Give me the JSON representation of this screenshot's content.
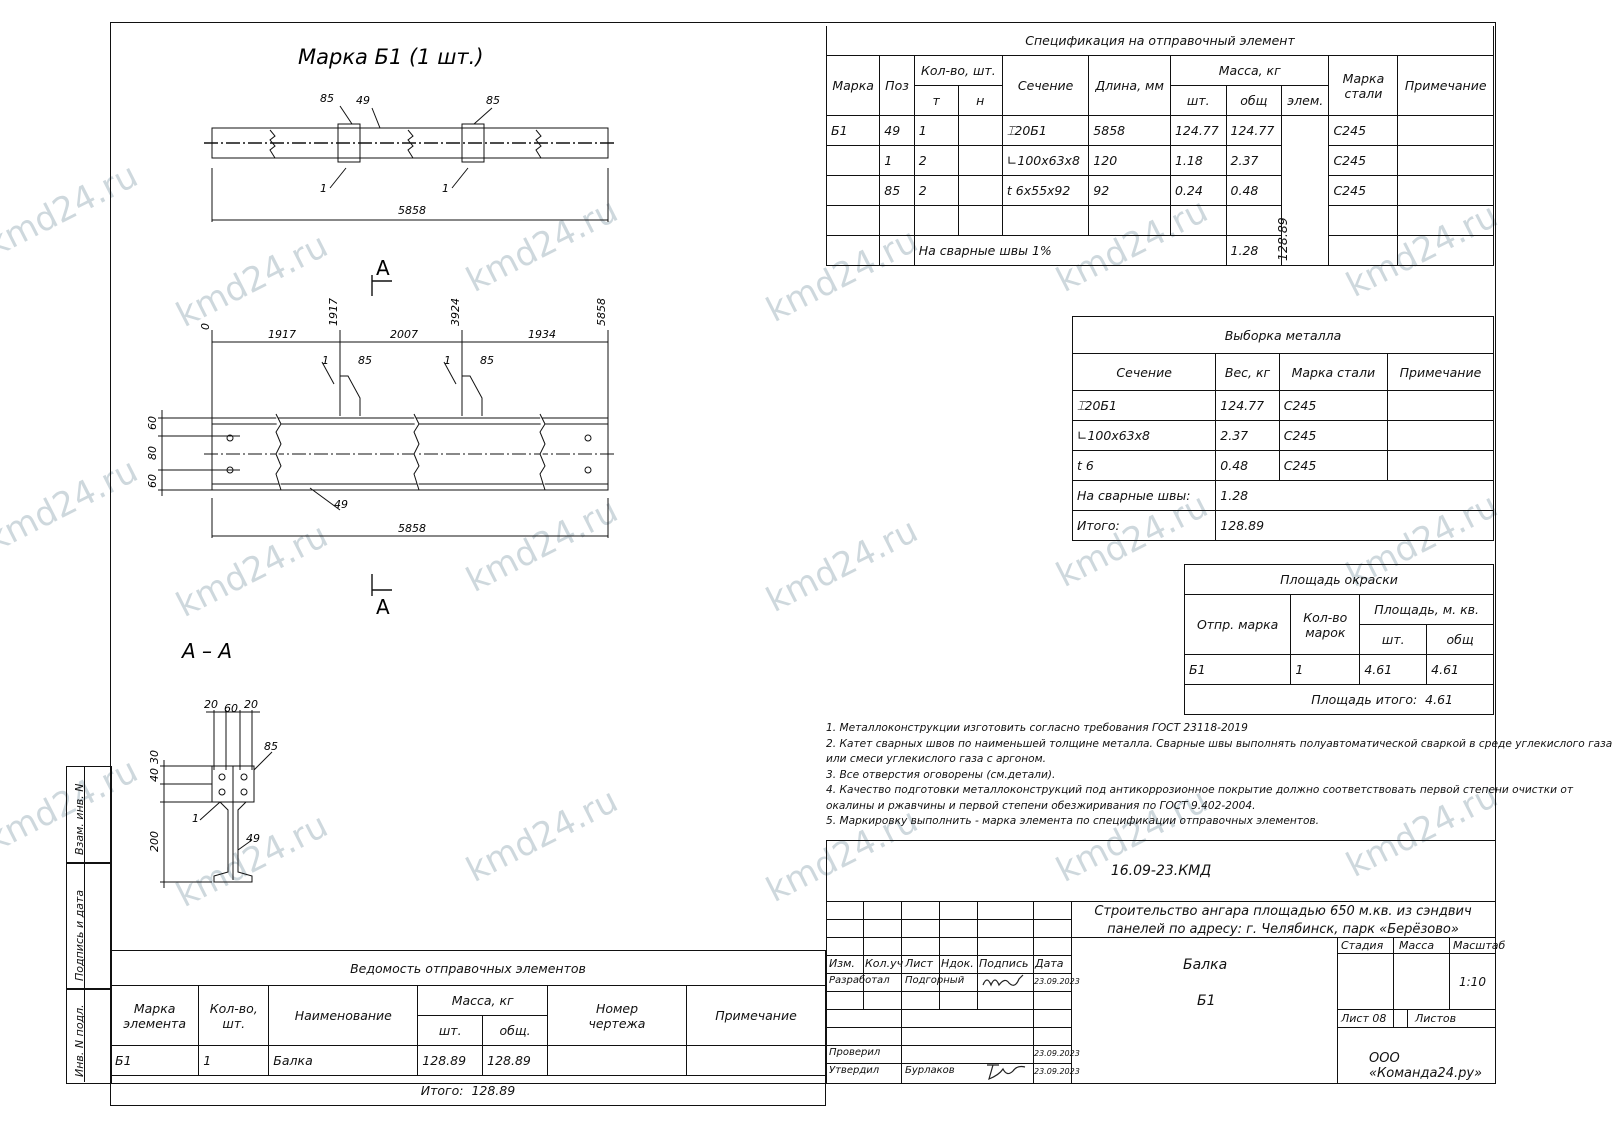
{
  "drawing": {
    "mark_title": "Марка Б1 (1 шт.)",
    "section_title": "А – А",
    "section_letter_top": "А",
    "section_letter_bottom": "А",
    "total_length": "5858",
    "plan_dims": [
      "1917",
      "2007",
      "1934"
    ],
    "plan_ordinates": [
      "0",
      "1917",
      "3924",
      "5858"
    ],
    "left_vertical_dims": [
      "60",
      "80",
      "60"
    ],
    "section_top_dims": [
      "20",
      "60",
      "20"
    ],
    "section_left_dims": [
      "40",
      "30",
      "200"
    ],
    "pos_labels": {
      "p85": "85",
      "p49": "49",
      "p1": "1"
    }
  },
  "spec": {
    "title": "Спецификация на отправочный элемент",
    "headers": {
      "marka": "Марка",
      "poz": "Поз",
      "qty": "Кол-во, шт.",
      "t": "т",
      "n": "н",
      "section": "Сечение",
      "length": "Длина, мм",
      "mass": "Масса, кг",
      "sht": "шт.",
      "obsh": "общ",
      "elem": "элем.",
      "steel": "Марка стали",
      "note": "Примечание"
    },
    "rows": [
      {
        "marka": "Б1",
        "poz": "49",
        "t": "1",
        "section": "⌶20Б1",
        "length": "5858",
        "sht": "124.77",
        "obsh": "124.77",
        "steel": "С245"
      },
      {
        "marka": "",
        "poz": "1",
        "t": "2",
        "section": "∟100х63х8",
        "length": "120",
        "sht": "1.18",
        "obsh": "2.37",
        "steel": "С245"
      },
      {
        "marka": "",
        "poz": "85",
        "t": "2",
        "section": "t 6х55х92",
        "length": "92",
        "sht": "0.24",
        "obsh": "0.48",
        "steel": "С245"
      }
    ],
    "welds_label": "На сварные швы 1%",
    "welds_value": "1.28",
    "elem_total": "128.89"
  },
  "metal": {
    "title": "Выборка металла",
    "headers": {
      "section": "Сечение",
      "weight": "Вес, кг",
      "steel": "Марка стали",
      "note": "Примечание"
    },
    "rows": [
      {
        "section": "⌶20Б1",
        "weight": "124.77",
        "steel": "С245"
      },
      {
        "section": "∟100х63х8",
        "weight": "2.37",
        "steel": "С245"
      },
      {
        "section": "t 6",
        "weight": "0.48",
        "steel": "С245"
      }
    ],
    "welds_label": "На сварные швы:",
    "welds_value": "1.28",
    "total_label": "Итого:",
    "total_value": "128.89"
  },
  "paint": {
    "title": "Площадь окраски",
    "headers": {
      "mark": "Отпр. марка",
      "qty": "Кол-во марок",
      "area": "Площадь, м. кв.",
      "sht": "шт.",
      "obsh": "общ"
    },
    "row": {
      "mark": "Б1",
      "qty": "1",
      "sht": "4.61",
      "obsh": "4.61"
    },
    "total_label": "Площадь итого:",
    "total_value": "4.61"
  },
  "notes": [
    "1. Металлоконструкции изготовить согласно требования ГОСТ 23118-2019",
    "2. Катет сварных швов по наименьшей толщине металла. Сварные швы выполнять полуавтоматической сваркой в среде углекислого газа",
    "или смеси углекислого газа с аргоном.",
    "3. Все отверстия оговорены (см.детали).",
    "4. Качество подготовки металлоконструкций под антикоррозионное покрытие должно соответствовать первой степени очистки от",
    "окалины и  ржавчины и первой степени обезжиривания по ГОСТ 9.402-2004.",
    "5. Маркировку выполнить - марка элемента по спецификации отправочных элементов."
  ],
  "vedomost": {
    "title": "Ведомость отправочных элементов",
    "headers": {
      "marka": "Марка",
      "marka2": "элемента",
      "qty": "Кол-во,",
      "qty2": "шт.",
      "name": "Наименование",
      "mass": "Масса, кг",
      "sht": "шт.",
      "obsh": "общ.",
      "num": "Номер",
      "num2": "чертежа",
      "note": "Примечание"
    },
    "row": {
      "marka": "Б1",
      "qty": "1",
      "name": "Балка",
      "sht": "128.89",
      "obsh": "128.89"
    },
    "total_label": "Итого:",
    "total_value": "128.89"
  },
  "stamp": {
    "code": "16.09-23.КМД",
    "project": "Строительство ангара площадью 650 м.кв. из сэндвич панелей по адресу: г. Челябинск, парк «Берёзово»",
    "headers": [
      "Изм.",
      "Кол.уч",
      "Лист",
      "Ндок.",
      "Подпись",
      "Дата"
    ],
    "developed": "Разработал",
    "developer": "Подгорный",
    "developed_date": "23.09.2023",
    "checked": "Проверил",
    "checked_date": "23.09.2023",
    "approved": "Утвердил",
    "approver": "Бурлаков",
    "approved_date": "23.09.2023",
    "object_name": "Балка",
    "object_mark": "Б1",
    "stage": "Стадия",
    "mass": "Масса",
    "scale": "Масштаб",
    "scale_value": "1:10",
    "sheet": "Лист 08",
    "sheets": "Листов",
    "company": "ООО «Команда24.ру»"
  },
  "side_labels": [
    "Взам. инв. N",
    "Подпись и дата",
    "Инв. N подл."
  ],
  "watermark": "kmd24.ru"
}
